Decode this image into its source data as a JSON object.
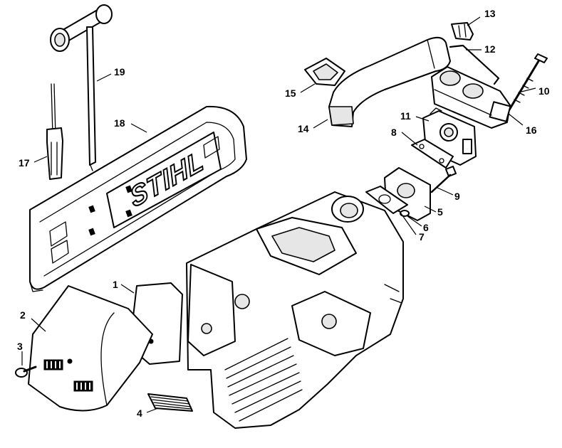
{
  "brand_text": "STIHL",
  "callouts": [
    {
      "id": "1",
      "label": "1"
    },
    {
      "id": "2",
      "label": "2"
    },
    {
      "id": "3",
      "label": "3"
    },
    {
      "id": "4",
      "label": "4"
    },
    {
      "id": "5",
      "label": "5"
    },
    {
      "id": "6",
      "label": "6"
    },
    {
      "id": "7",
      "label": "7"
    },
    {
      "id": "8",
      "label": "8"
    },
    {
      "id": "9",
      "label": "9"
    },
    {
      "id": "10",
      "label": "10"
    },
    {
      "id": "11",
      "label": "11"
    },
    {
      "id": "12",
      "label": "12"
    },
    {
      "id": "13",
      "label": "13"
    },
    {
      "id": "14",
      "label": "14"
    },
    {
      "id": "15",
      "label": "15"
    },
    {
      "id": "16",
      "label": "16"
    },
    {
      "id": "17",
      "label": "17"
    },
    {
      "id": "18",
      "label": "18"
    },
    {
      "id": "19",
      "label": "19"
    }
  ]
}
